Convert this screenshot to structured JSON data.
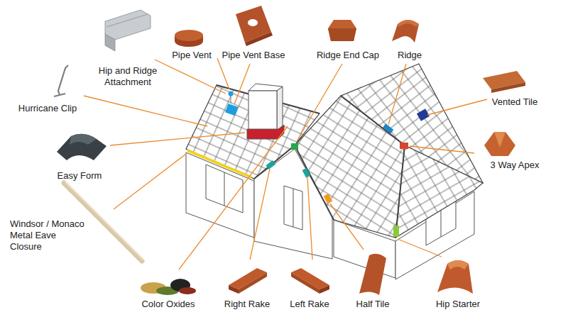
{
  "diagram": {
    "labels": [
      "Pipe Vent",
      "Pipe Vent Base",
      "Ridge End Cap",
      "Ridge",
      "Hip and Ridge Attachment",
      "Hurricane Clip",
      "Vented Tile",
      "Easy Form",
      "3 Way Apex",
      "Windsor / Monaco Metal Eave Closure",
      "Color Oxides",
      "Right Rake",
      "Left Rake",
      "Half Tile",
      "Hip Starter"
    ]
  }
}
